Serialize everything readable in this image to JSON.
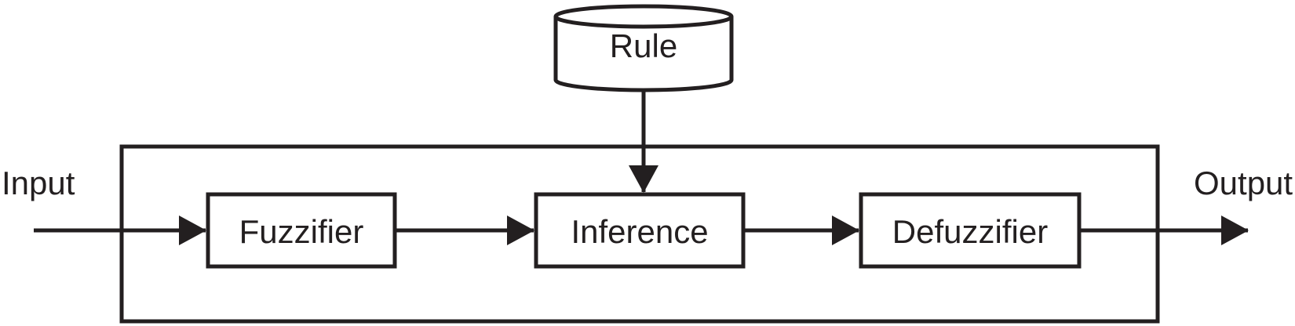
{
  "diagram": {
    "type": "block-diagram",
    "subject": "fuzzy-logic-system",
    "ink_color": "#231f20",
    "background_color": "#ffffff",
    "labels": {
      "input": "Input",
      "output": "Output"
    },
    "nodes": {
      "rule": "Rule",
      "fuzzifier": "Fuzzifier",
      "inference": "Inference",
      "defuzzifier": "Defuzzifier"
    },
    "node_shapes": {
      "rule": "database-cylinder",
      "fuzzifier": "rectangle",
      "inference": "rectangle",
      "defuzzifier": "rectangle"
    },
    "edges": [
      {
        "from": "Input",
        "to": "Fuzzifier",
        "arrow": true
      },
      {
        "from": "Fuzzifier",
        "to": "Inference",
        "arrow": true
      },
      {
        "from": "Rule",
        "to": "Inference",
        "arrow": true
      },
      {
        "from": "Inference",
        "to": "Defuzzifier",
        "arrow": true
      },
      {
        "from": "Defuzzifier",
        "to": "Output",
        "arrow": true
      }
    ]
  }
}
